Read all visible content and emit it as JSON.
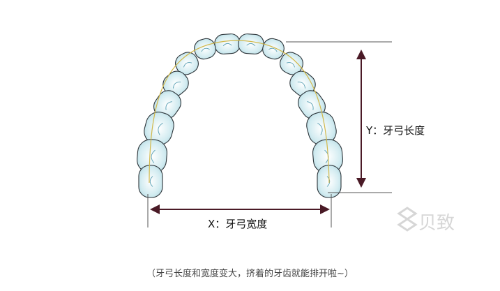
{
  "diagram": {
    "y_label": "Y：牙弓长度",
    "x_label": "X：牙弓宽度",
    "caption": "（牙弓长度和宽度变大，挤着的牙齿就能排开啦~）",
    "watermark": "贝致",
    "colors": {
      "tooth_fill": "#cfe9ee",
      "tooth_stroke": "#2b3338",
      "arch_line": "#d2b84a",
      "arrow": "#4a1a26",
      "guide": "#555555"
    }
  }
}
